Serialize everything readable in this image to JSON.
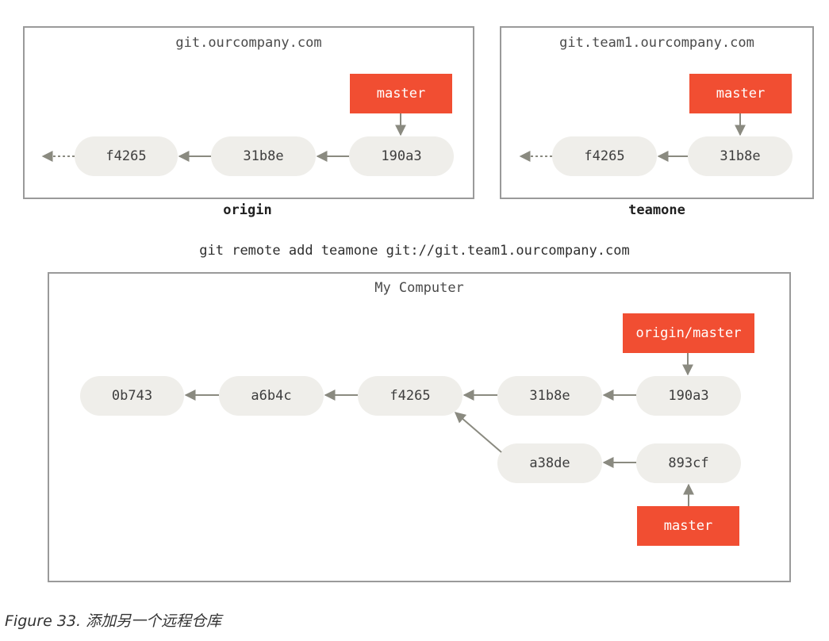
{
  "origin": {
    "host": "git.ourcompany.com",
    "label": "origin",
    "commits": [
      "f4265",
      "31b8e",
      "190a3"
    ],
    "branch": "master"
  },
  "teamone": {
    "host": "git.team1.ourcompany.com",
    "label": "teamone",
    "commits": [
      "f4265",
      "31b8e"
    ],
    "branch": "master"
  },
  "command": "git remote add teamone git://git.team1.ourcompany.com",
  "local": {
    "title": "My Computer",
    "main_commits": [
      "0b743",
      "a6b4c",
      "f4265",
      "31b8e",
      "190a3"
    ],
    "side_commits": [
      "a38de",
      "893cf"
    ],
    "remote_ref": "origin/master",
    "local_ref": "master"
  },
  "caption": "Figure 33. 添加另一个远程仓库",
  "colors": {
    "ref_fill": "#f14e32",
    "commit_fill": "#efeeea",
    "arrow": "#8a8a80",
    "border": "#9a9a9a"
  }
}
